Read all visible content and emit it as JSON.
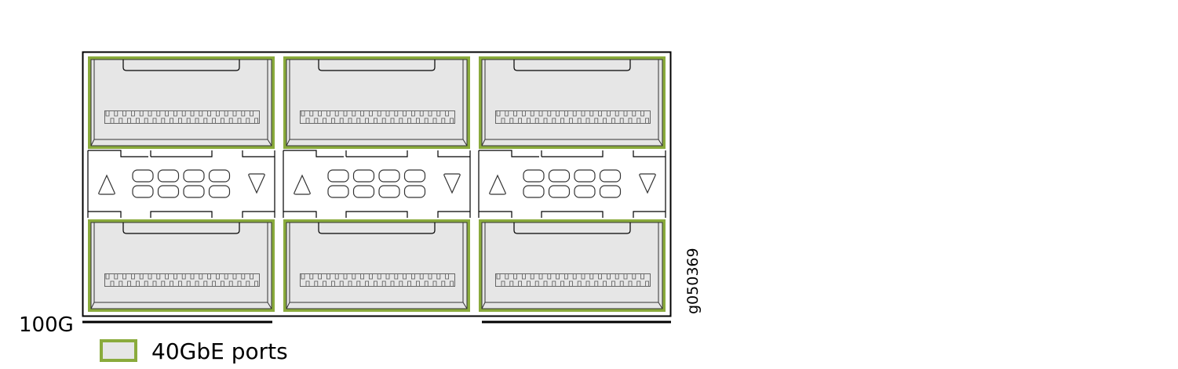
{
  "diagram": {
    "figure_id": "g050369",
    "port_groups": 3,
    "ports_per_group": 2,
    "speed_label": "100G",
    "legend": {
      "label": "40GbE ports",
      "swatch_color": "#8aab3c"
    },
    "colors": {
      "port_highlight": "#8aab3c",
      "port_fill": "#e6e6e6",
      "line": "#000000"
    }
  }
}
